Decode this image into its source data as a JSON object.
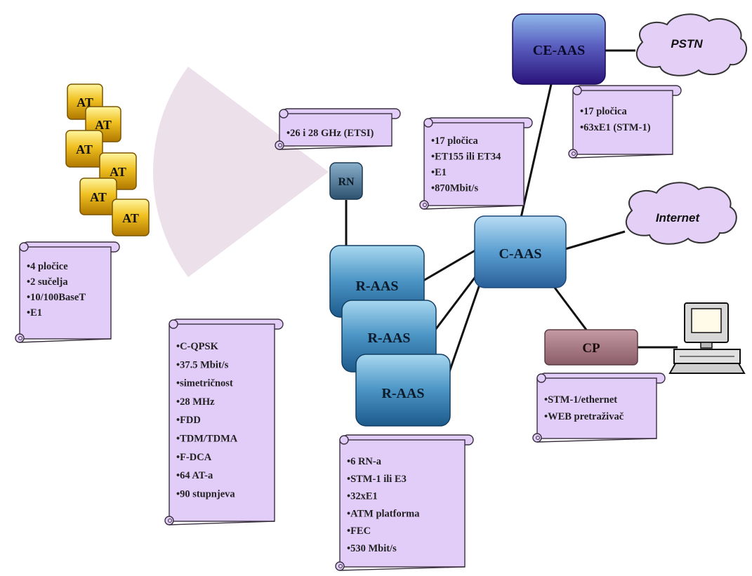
{
  "colors": {
    "scroll_fill": "#e2ccf8",
    "scroll_stroke": "#3a3040",
    "at_gold": "#f0c020",
    "aas_blue": "#2f6fa8",
    "ce_purple": "#3c1f8e",
    "cp_mauve": "#a97a86",
    "cloud_fill": "#e4d0f6",
    "sector_fill": "#ece0ea",
    "link": "#111111"
  },
  "access_terminals": [
    "AT",
    "AT",
    "AT",
    "AT",
    "AT",
    "AT"
  ],
  "nodes": {
    "rn": "RN",
    "r_aas": [
      "R-AAS",
      "R-AAS",
      "R-AAS"
    ],
    "c_aas": "C-AAS",
    "ce_aas": "CE-AAS",
    "cp": "CP"
  },
  "clouds": {
    "pstn": "PSTN",
    "internet": "Internet"
  },
  "notes": {
    "at": [
      "•4 pločice",
      "•2 sučelja",
      "•10/100BaseT",
      "•E1"
    ],
    "radio": [
      "•C-QPSK",
      "•37.5 Mbit/s",
      "•simetričnost",
      "•28 MHz",
      "•FDD",
      "•TDM/TDMA",
      "•F-DCA",
      "•64 AT-a",
      "•90 stupnjeva"
    ],
    "freq": [
      "•26 i 28 GHz (ETSI)"
    ],
    "c_aas": [
      "•17 pločica",
      "•ET155 ili ET34",
      "•E1",
      "•870Mbit/s"
    ],
    "ce_aas": [
      "•17 pločica",
      "•63xE1 (STM-1)"
    ],
    "r_aas": [
      "•6 RN-a",
      "•STM-1 ili E3",
      "•32xE1",
      "•ATM platforma",
      "•FEC",
      "•530 Mbit/s"
    ],
    "cp": [
      "•STM-1/ethernet",
      "•WEB pretraživač"
    ]
  },
  "icons": {
    "computer": "computer-workstation-icon"
  }
}
